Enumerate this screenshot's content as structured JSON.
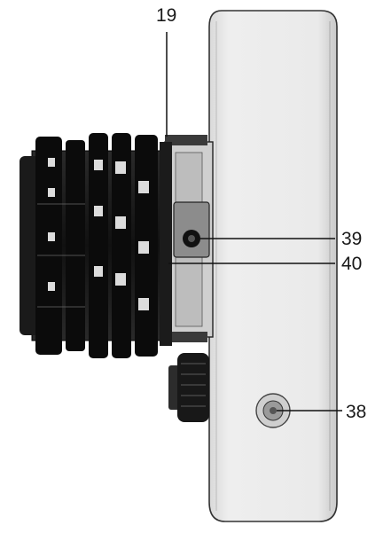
{
  "figure": {
    "callouts": [
      {
        "id": "19",
        "label": "19"
      },
      {
        "id": "39",
        "label": "39"
      },
      {
        "id": "40",
        "label": "40"
      },
      {
        "id": "38",
        "label": "38"
      }
    ]
  }
}
